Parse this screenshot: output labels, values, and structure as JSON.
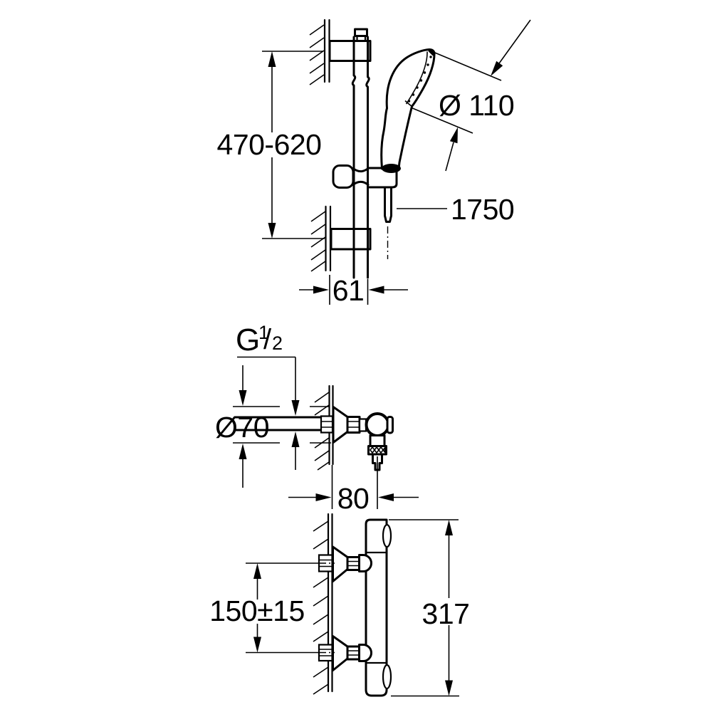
{
  "colors": {
    "line": "#000000",
    "background": "#ffffff"
  },
  "rail_assembly": {
    "height_range": "470-620",
    "head_diameter": "Ø 110",
    "hose_length": "1750",
    "wall_offset": "61"
  },
  "valve_side_view": {
    "thread_letter": "G",
    "thread_numerator": "1",
    "thread_slash": "/",
    "thread_denominator": "2",
    "escutcheon_diameter": "Ø70",
    "wall_depth": "80"
  },
  "valve_front_view": {
    "connection_spacing": "150±15",
    "overall_height": "317"
  }
}
